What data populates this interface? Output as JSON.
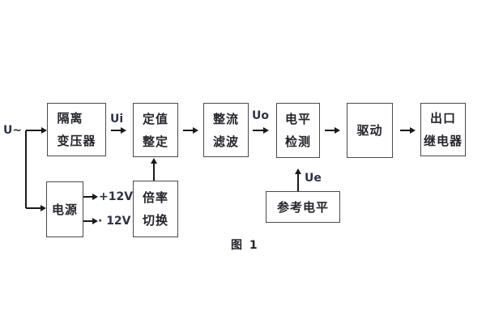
{
  "figure": {
    "caption": "图 1"
  },
  "boxes": {
    "isolation_transformer": {
      "line1": "隔离",
      "line2": "变压器"
    },
    "setting": {
      "line1": "定值",
      "line2": "整定"
    },
    "rectifier_filter": {
      "line1": "整流",
      "line2": "滤波"
    },
    "level_detection": {
      "line1": "电平",
      "line2": "检测"
    },
    "drive": {
      "line1": "驱动"
    },
    "output_relay": {
      "line1": "出口",
      "line2": "继电器"
    },
    "power_supply": {
      "line1": "电源"
    },
    "ratio_switch": {
      "line1": "倍率",
      "line2": "切换"
    },
    "reference_level": {
      "line1": "参考电平"
    }
  },
  "labels": {
    "input_voltage": "U~",
    "ui": "Ui",
    "uo": "Uo",
    "ue": "Ue",
    "plus_12v": "+12V",
    "minus_12v": "· 12V"
  },
  "colors": {
    "background": "#ffffff",
    "box_border": "#4a4a4a",
    "line": "#1a1a1a",
    "box_text": "#23252c",
    "label_text": "#2c3347"
  }
}
